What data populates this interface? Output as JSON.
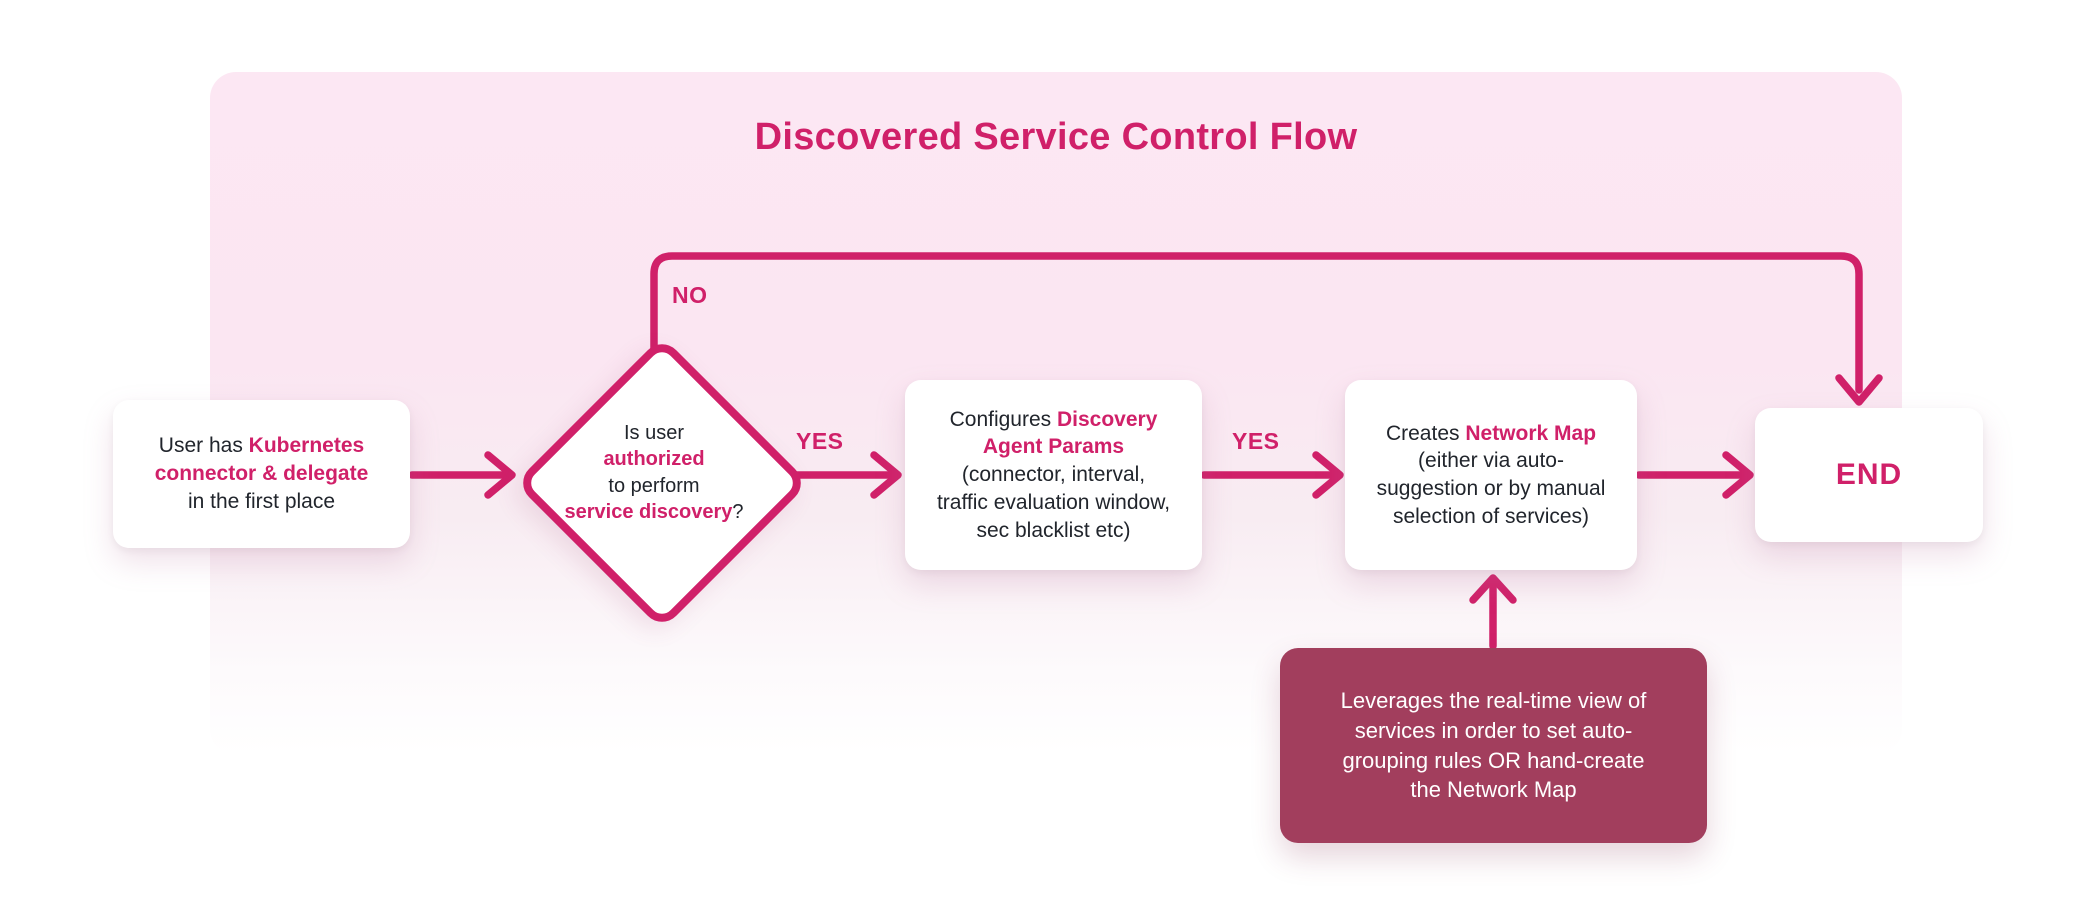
{
  "title": "Discovered Service Control Flow",
  "colors": {
    "accent": "#d02069",
    "note_background": "#a23e5d",
    "panel_background": "#fce7f3",
    "body_text": "#21252c",
    "node_background": "#ffffff"
  },
  "nodes": {
    "start": {
      "plain1": "User has ",
      "em1": "Kubernetes",
      "em2": "connector & delegate",
      "plain2": "in the first place"
    },
    "decision": {
      "line1": "Is user",
      "em1": "authorized",
      "line2": "to perform",
      "em2": "service discovery",
      "suffix": "?"
    },
    "configure": {
      "plain1": "Configures ",
      "em1": "Discovery",
      "em2": "Agent Params",
      "line3": "(connector, interval,",
      "line4": "traffic evaluation window,",
      "line5": "sec blacklist etc)"
    },
    "creates": {
      "plain1": "Creates ",
      "em1": "Network Map",
      "line2": "(either via auto-",
      "line3": "suggestion or by manual",
      "line4": "selection of services)"
    },
    "end": {
      "label": "END"
    },
    "note": {
      "line1": "Leverages the real-time view of",
      "line2": "services in order to set auto-",
      "line3": "grouping rules OR hand-create",
      "line4": "the Network Map"
    }
  },
  "edges": {
    "no": "NO",
    "yes1": "YES",
    "yes2": "YES"
  }
}
